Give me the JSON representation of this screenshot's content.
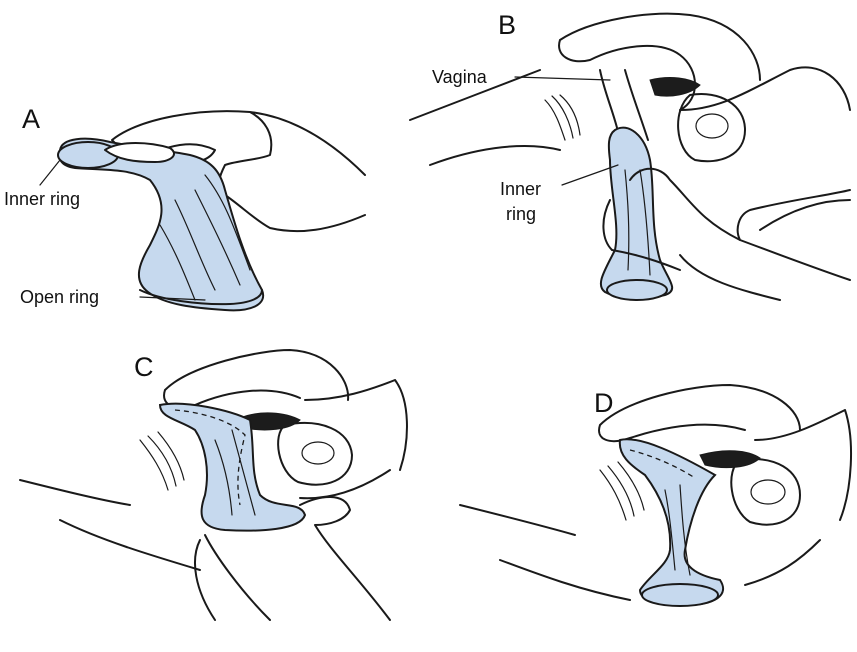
{
  "panels": [
    {
      "letter": "A"
    },
    {
      "letter": "B"
    },
    {
      "letter": "C"
    },
    {
      "letter": "D"
    }
  ],
  "labels": {
    "inner_ring_a": "Inner ring",
    "open_ring": "Open ring",
    "vagina": "Vagina",
    "inner_ring_b_line1": "Inner",
    "inner_ring_b_line2": "ring"
  },
  "colors": {
    "condom_fill": "#c6d9ee",
    "ink": "#1a1a1a",
    "background": "#ffffff"
  }
}
